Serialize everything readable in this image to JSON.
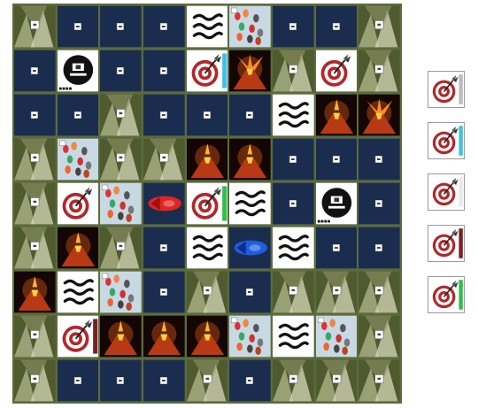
{
  "board": {
    "rows": 9,
    "cols": 9,
    "cells": [
      [
        "grass",
        "empty",
        "empty",
        "empty",
        "storm",
        "map",
        "empty",
        "empty",
        "grass"
      ],
      [
        "empty",
        "timer",
        "empty",
        "empty",
        "target-cyan",
        "volcano-burst",
        "grass",
        "target-blank",
        "grass"
      ],
      [
        "empty",
        "empty",
        "grass",
        "empty",
        "empty",
        "empty",
        "storm",
        "volcano",
        "volcano-burst"
      ],
      [
        "grass",
        "map",
        "grass",
        "grass",
        "volcano",
        "volcano",
        "empty",
        "empty",
        "empty"
      ],
      [
        "grass",
        "target-blank",
        "map",
        "red-arrow",
        "target-green",
        "storm",
        "empty",
        "timer",
        "empty"
      ],
      [
        "grass",
        "volcano",
        "grass",
        "empty",
        "storm",
        "blue-arrow",
        "storm",
        "empty",
        "empty"
      ],
      [
        "volcano",
        "storm",
        "map",
        "empty",
        "grass",
        "empty",
        "grass",
        "grass",
        "grass"
      ],
      [
        "grass",
        "target-red",
        "volcano",
        "volcano",
        "volcano",
        "map",
        "storm",
        "map",
        "grass"
      ],
      [
        "grass",
        "empty",
        "empty",
        "empty",
        "grass",
        "empty",
        "grass",
        "grass",
        "grass"
      ]
    ]
  },
  "side_panel": {
    "cards": [
      {
        "type": "target",
        "stripe": "#bdbdbd"
      },
      {
        "type": "target",
        "stripe": "#3fc0e6"
      },
      {
        "type": "target",
        "stripe": "#e9e9e9"
      },
      {
        "type": "target",
        "stripe": "#7a1f1f"
      },
      {
        "type": "target",
        "stripe": "#2fbf4a"
      }
    ]
  },
  "colors": {
    "grid_line": "#5b6b3d",
    "empty_tile": "#1b2d4f",
    "grass_light": "#b9bd92",
    "grass_dark": "#4f5a2f",
    "target_red": "#b3262a",
    "volcano_glow": "#ff6a1a",
    "red_arrow": "#e12424",
    "blue_arrow": "#1e5de0"
  }
}
